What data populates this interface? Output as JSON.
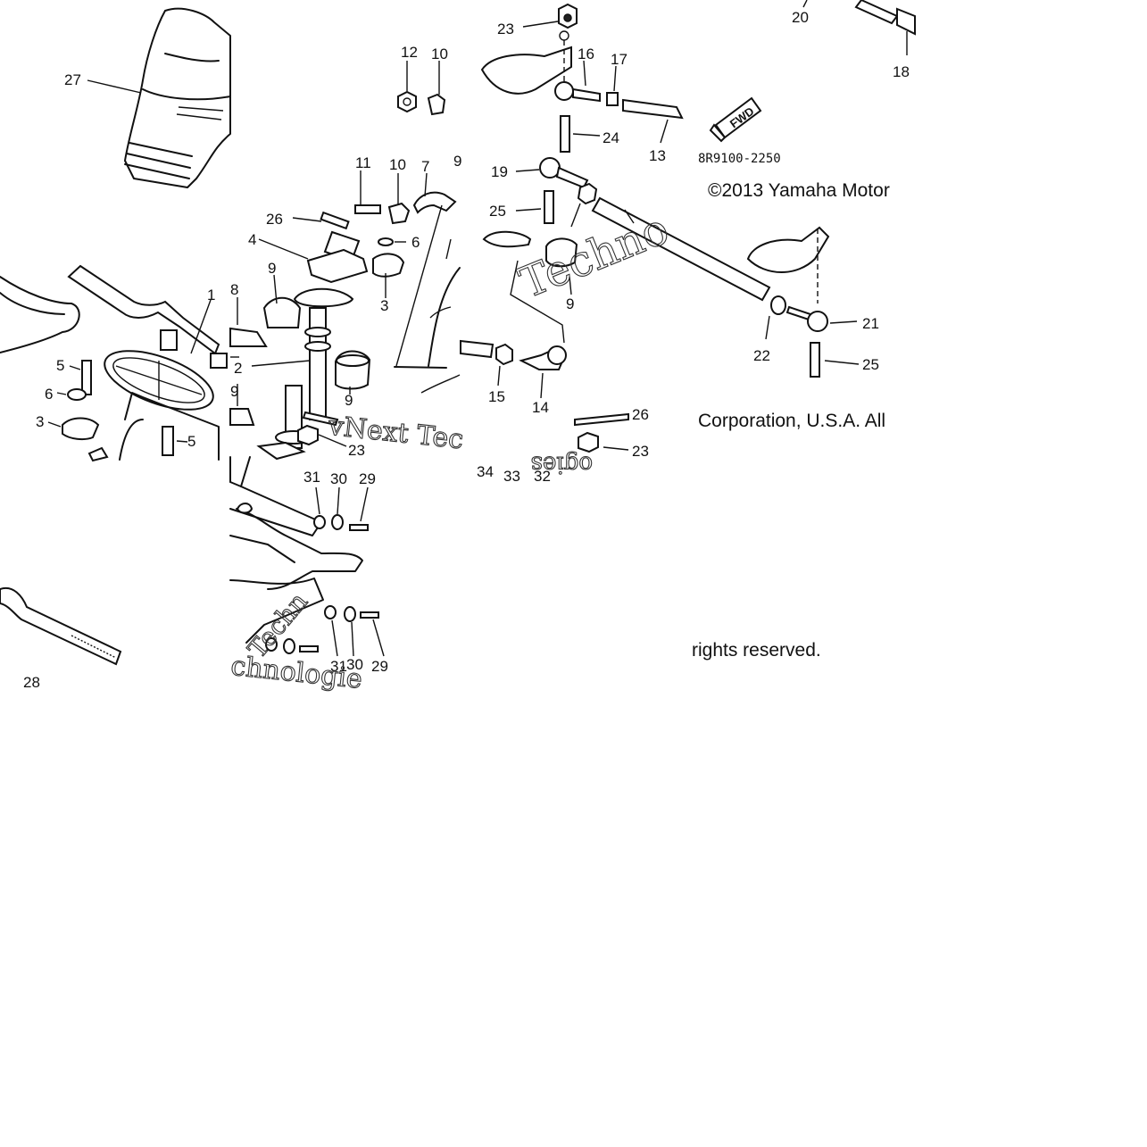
{
  "diagram": {
    "copyright_part1": "©2013 Yamaha Motor",
    "copyright_part2": "Corporation, U.S.A. All",
    "copyright_part3": "rights reserved.",
    "diagram_code": "8R9100-2250",
    "fwd_label": "FWD",
    "watermarks": [
      "Techno",
      "vNext Tec",
      "ogies",
      "chnologie",
      "Techn"
    ],
    "callouts": [
      "27",
      "12",
      "10",
      "23",
      "16",
      "17",
      "20",
      "18",
      "24",
      "13",
      "11",
      "10",
      "7",
      "9",
      "19",
      "25",
      "26",
      "6",
      "4",
      "3",
      "9",
      "8",
      "1",
      "5",
      "6",
      "3",
      "5",
      "2",
      "9",
      "9",
      "23",
      "9",
      "21",
      "22",
      "25",
      "15",
      "14",
      "26",
      "23",
      "34",
      "33",
      "32",
      "31",
      "30",
      "29",
      "31",
      "30",
      "29",
      "28"
    ]
  }
}
